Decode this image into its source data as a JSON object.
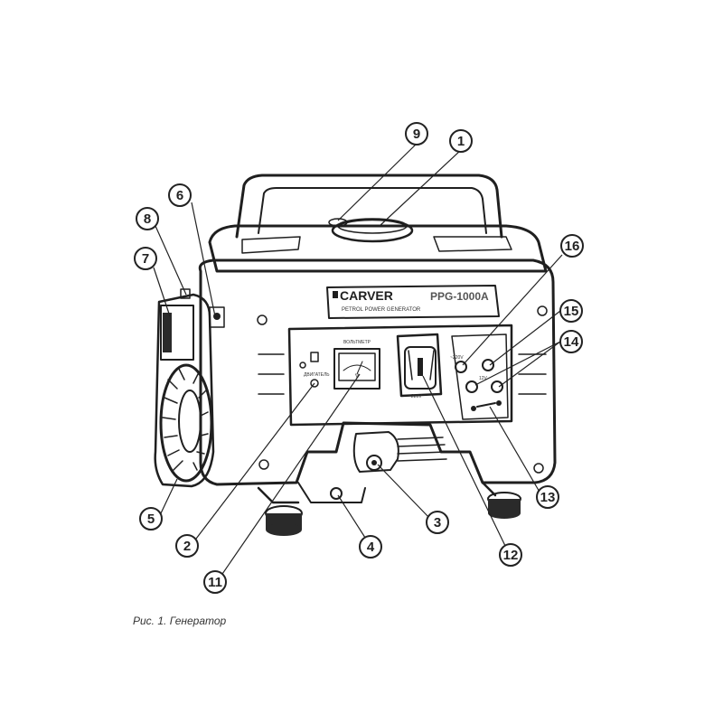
{
  "brand": {
    "logo": "CARVER",
    "model": "PPG-1000A",
    "subtitle": "PETROL POWER GENERATOR",
    "meter_label": "ВОЛЬТМЕТР",
    "meter_unit": "V",
    "socket_label": "~220V",
    "left_panel_label": "ДВИГАТЕЛЬ",
    "dc_label_12v": "12V",
    "dc_label_left": "~220V"
  },
  "callouts": [
    {
      "num": "1"
    },
    {
      "num": "2"
    },
    {
      "num": "3"
    },
    {
      "num": "4"
    },
    {
      "num": "5"
    },
    {
      "num": "6"
    },
    {
      "num": "7"
    },
    {
      "num": "8"
    },
    {
      "num": "9"
    },
    {
      "num": "11"
    },
    {
      "num": "12"
    },
    {
      "num": "13"
    },
    {
      "num": "14"
    },
    {
      "num": "15"
    },
    {
      "num": "16"
    }
  ],
  "caption": "Рис. 1. Генератор"
}
